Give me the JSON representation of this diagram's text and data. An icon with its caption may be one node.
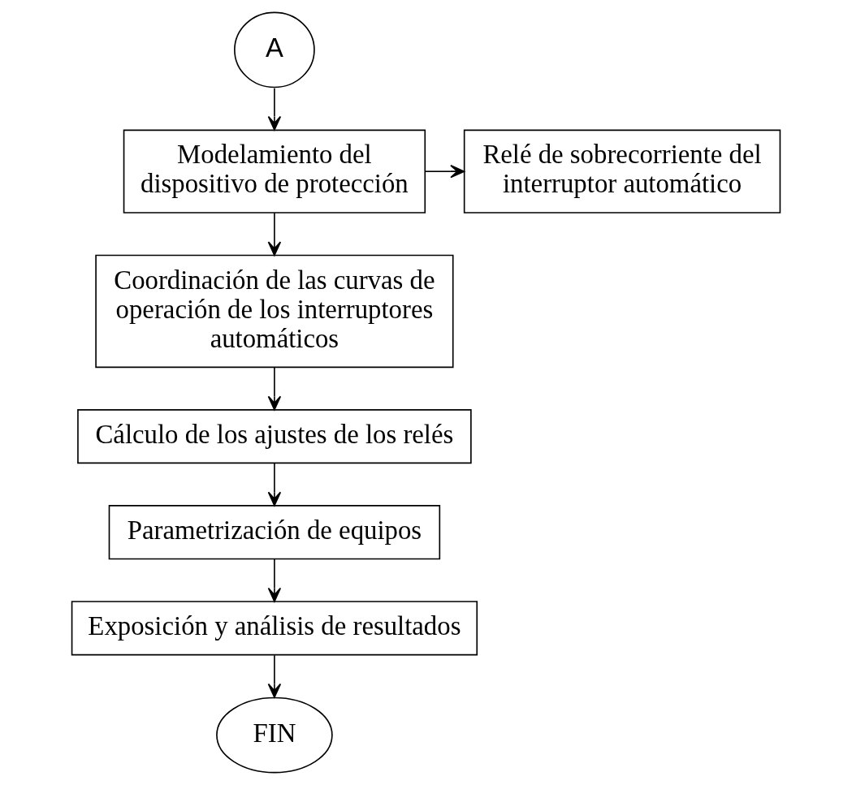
{
  "diagram": {
    "nodes": [
      {
        "text": [
          "A"
        ]
      },
      {
        "text": [
          "Modelamiento del dispositivo de protección"
        ]
      },
      {
        "text": [
          "Relé de sobrecorriente del interruptor automático"
        ]
      },
      {
        "text": [
          "Coordinación de las curvas de operación de los interruptores automáticos"
        ]
      },
      {
        "text": [
          "Cálculo de los ajustes de los relés"
        ]
      },
      {
        "text": [
          "Parametrización de equipos"
        ]
      },
      {
        "text": [
          "Exposición y análisis de resultados"
        ]
      },
      {
        "text": [
          "FIN"
        ]
      }
    ],
    "edges": [
      {
        "from": 0,
        "to": 1,
        "arrow": "to"
      },
      {
        "from": 1,
        "to": 2,
        "arrow": "to"
      },
      {
        "from": 1,
        "to": 3,
        "arrow": "to"
      },
      {
        "from": 3,
        "to": 4,
        "arrow": "to"
      },
      {
        "from": 4,
        "to": 5,
        "arrow": "to"
      },
      {
        "from": 5,
        "to": 6,
        "arrow": "to"
      },
      {
        "from": 6,
        "to": 7,
        "arrow": "to"
      }
    ]
  }
}
